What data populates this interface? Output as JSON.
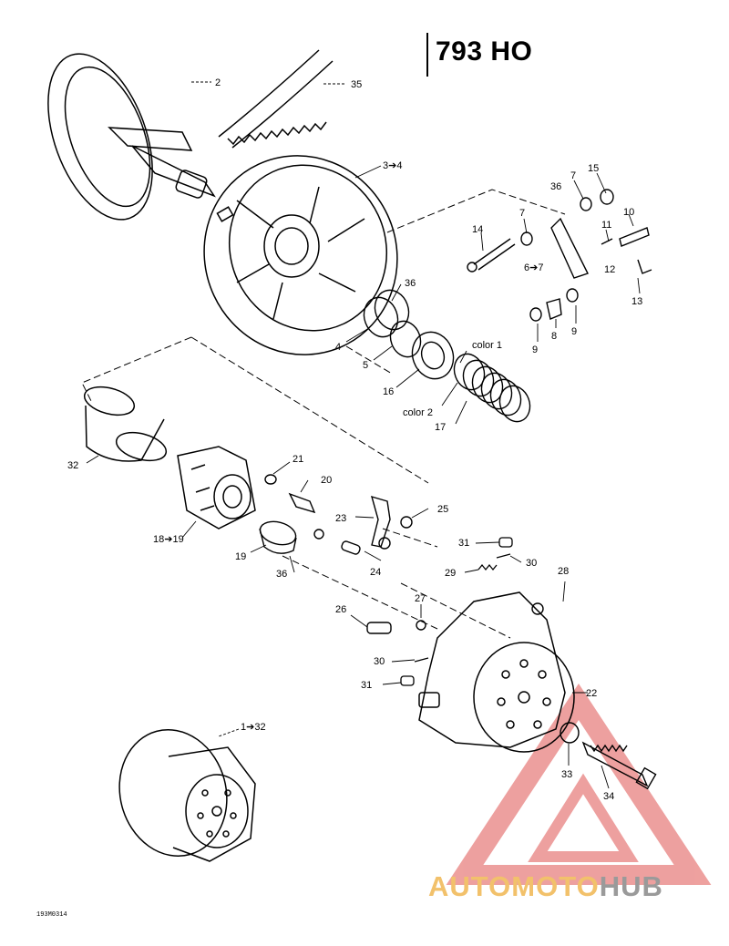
{
  "title": "793 HO",
  "diagram_code": "193M0314",
  "watermark": {
    "part1": "AUTOMOTO",
    "part2": "HUB",
    "color1": "#f2c16b",
    "color2": "#9a9a9a",
    "triangle_color": "#e8817f"
  },
  "callouts": [
    "2",
    "35",
    "3➔4",
    "15",
    "7",
    "36",
    "10",
    "11",
    "14",
    "7",
    "6➔7",
    "12",
    "13",
    "36",
    "4",
    "5",
    "9",
    "8",
    "9",
    "color 1",
    "16",
    "color 2",
    "17",
    "32",
    "21",
    "20",
    "25",
    "23",
    "18➔19",
    "19",
    "36",
    "31",
    "30",
    "24",
    "29",
    "28",
    "27",
    "26",
    "30",
    "22",
    "31",
    "1➔32",
    "33",
    "34"
  ]
}
